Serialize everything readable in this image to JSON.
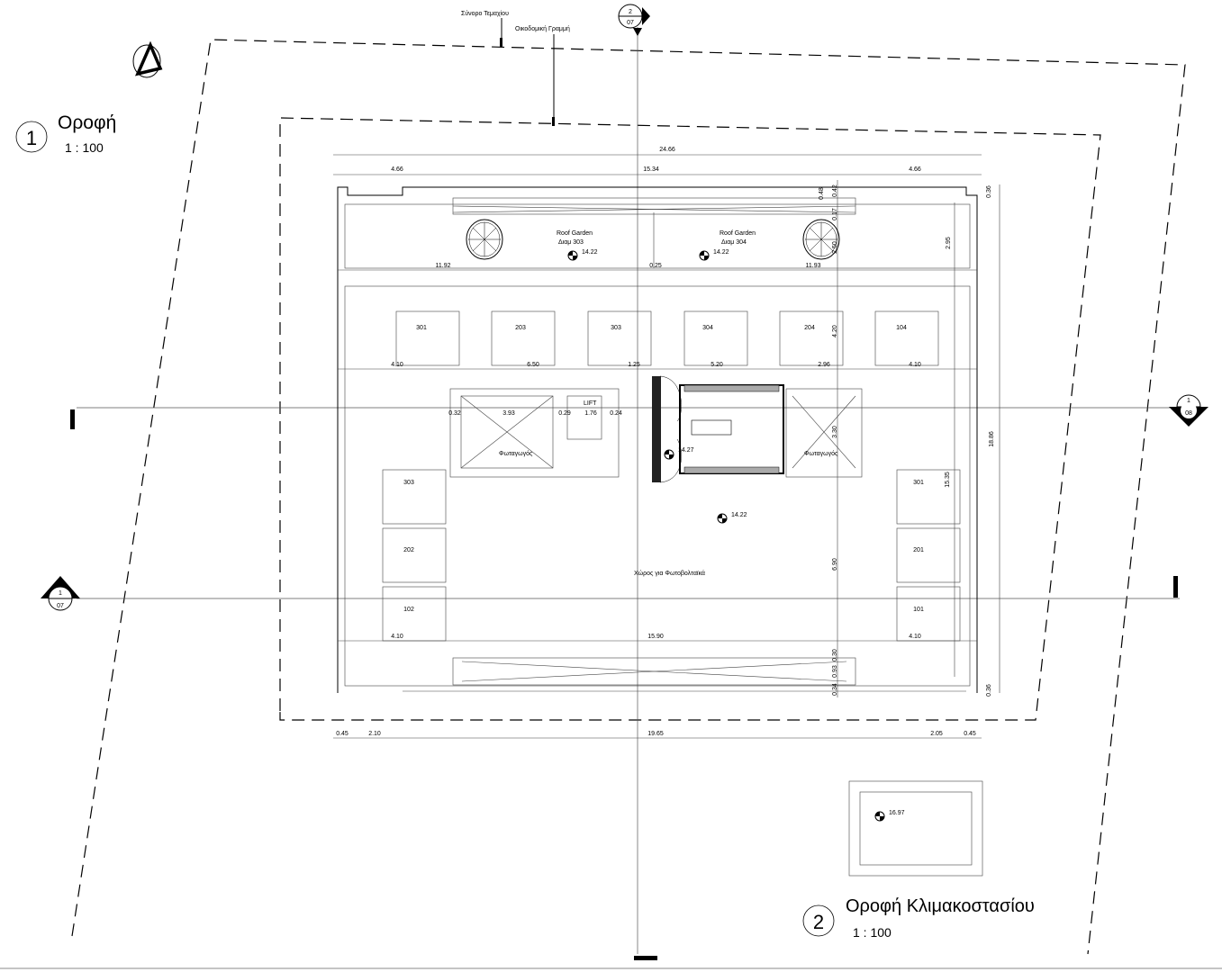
{
  "drawing": {
    "title1": "Οροφή",
    "scale1": "1 : 100",
    "num1": "1",
    "title2": "Οροφή Κλιμακοστασίου",
    "scale2": "1 : 100",
    "num2": "2",
    "note_boundary": "Σύνορο Τεμαχίου",
    "note_building_line": "Οικοδομική Γραμμή"
  },
  "section_markers": [
    {
      "num": "2",
      "sheet": "07"
    },
    {
      "num": "1",
      "sheet": "08"
    },
    {
      "num": "1",
      "sheet": "07"
    }
  ],
  "labels": {
    "roof_garden_a": "Roof Garden",
    "apt_a": "Διαμ 303",
    "roof_garden_b": "Roof Garden",
    "apt_b": "Διαμ 304",
    "lift": "LIFT",
    "light_well_a": "Φωταγωγός",
    "light_well_b": "Φωταγωγός",
    "pv_area": "Χώρος για Φωτοβολταϊκά"
  },
  "levels": [
    "14.22",
    "14.22",
    "14.27",
    "14.22",
    "16.97"
  ],
  "units_top": [
    "301",
    "203",
    "303",
    "304",
    "204",
    "104"
  ],
  "units_left": [
    "303",
    "202",
    "102"
  ],
  "units_right": [
    "301",
    "201",
    "101"
  ],
  "dimensions": [
    "24.66",
    "4.66",
    "15.34",
    "4.66",
    "0.48",
    "0.42",
    "0.17",
    "2.50",
    "2.95",
    "0.36",
    "11.92",
    "0.25",
    "11.93",
    "4.20",
    "4.10",
    "6.50",
    "1.25",
    "5.20",
    "2.96",
    "4.10",
    "0.32",
    "3.93",
    "0.29",
    "1.76",
    "0.24",
    "3.30",
    "18.86",
    "15.35",
    "6.90",
    "4.10",
    "15.90",
    "4.10",
    "0.30",
    "0.93",
    "0.34",
    "0.36",
    "0.45",
    "2.10",
    "19.65",
    "2.05",
    "0.45"
  ]
}
